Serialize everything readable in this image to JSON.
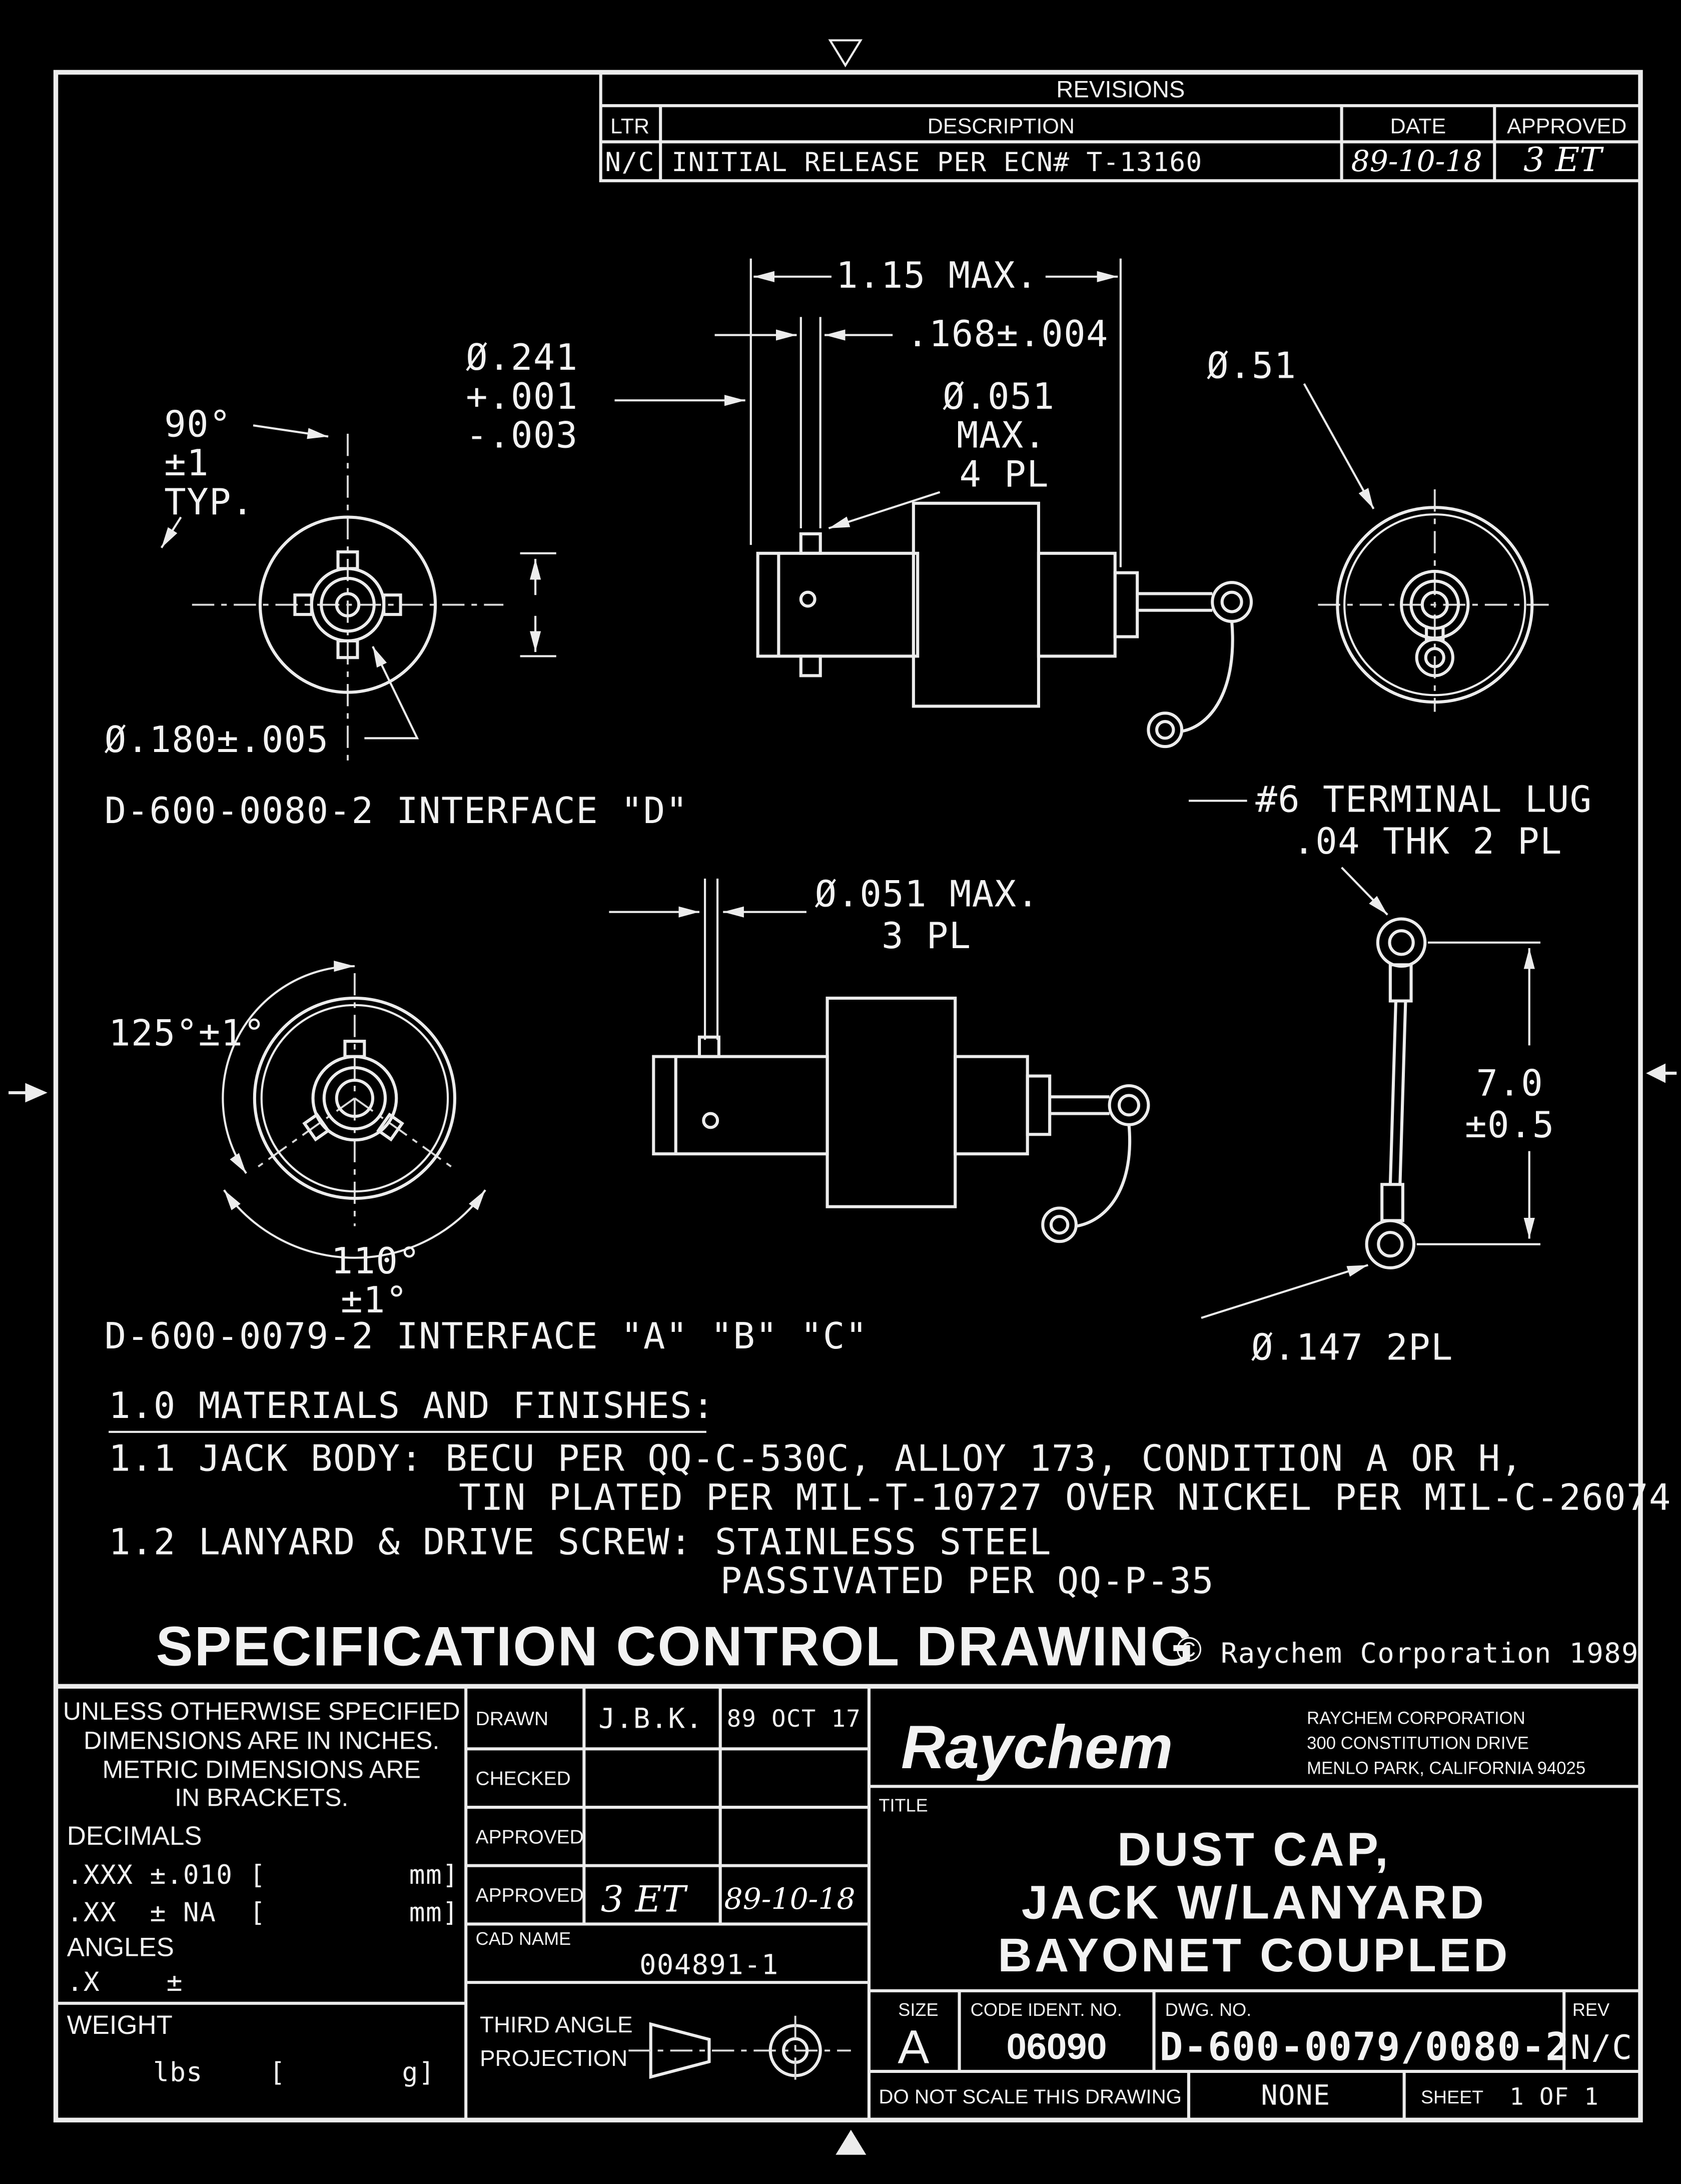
{
  "revisions": {
    "title": "REVISIONS",
    "col_ltr": "LTR",
    "col_description": "DESCRIPTION",
    "col_date": "DATE",
    "col_approved": "APPROVED",
    "row": {
      "ltr": "N/C",
      "description": "INITIAL RELEASE PER ECN# T-13160",
      "date": "89-10-18",
      "approved": "3 ET"
    }
  },
  "drawing": {
    "dim_length": "1.15 MAX.",
    "dim_width": ".168±.004",
    "dia_241_1": "Ø.241",
    "dia_241_2": "+.001",
    "dia_241_3": "-.003",
    "angle_90_1": "90°",
    "angle_90_2": "±1",
    "angle_90_3": "TYP.",
    "dia_051_4pl_1": "Ø.051",
    "dia_051_4pl_2": "MAX.",
    "dia_051_4pl_3": "4 PL",
    "dia_51": "Ø.51",
    "dia_180": "Ø.180±.005",
    "interface_d_label": "D-600-0080-2 INTERFACE \"D\"",
    "terminal_lug_1": "#6 TERMINAL LUG",
    "terminal_lug_2": ".04 THK 2 PL",
    "dia_051_3pl_1": "Ø.051 MAX.",
    "dia_051_3pl_2": "3 PL",
    "angle_125": "125°±1°",
    "angle_110_1": "110°",
    "angle_110_2": "±1°",
    "lanyard_length_1": "7.0",
    "lanyard_length_2": "±0.5",
    "interface_abc_label": "D-600-0079-2 INTERFACE \"A\" \"B\" \"C\"",
    "dia_147": "Ø.147 2PL"
  },
  "notes": {
    "heading": "1.0 MATERIALS AND FINISHES:",
    "note_11_line1": "1.1 JACK BODY: BECU PER QQ-C-530C, ALLOY 173, CONDITION A OR H,",
    "note_11_line2": "TIN PLATED PER MIL-T-10727 OVER NICKEL PER MIL-C-26074",
    "note_12_line1": "1.2 LANYARD & DRIVE SCREW: STAINLESS STEEL",
    "note_12_line2": "PASSIVATED PER QQ-P-35"
  },
  "spec_banner": {
    "title": "SPECIFICATION CONTROL DRAWING",
    "copyright_mark": "©",
    "copyright_text": "Raychem Corporation 1989"
  },
  "title_block": {
    "tolerances": {
      "line1": "UNLESS OTHERWISE SPECIFIED",
      "line2": "DIMENSIONS ARE IN INCHES.",
      "line3": "METRIC DIMENSIONS ARE",
      "line4": "IN BRACKETS.",
      "decimals_label": "DECIMALS",
      "decimals_xxx": ".XXX ±.010 [",
      "decimals_xxx_mm": "mm]",
      "decimals_xx": ".XX  ± NA  [",
      "decimals_xx_mm": "mm]",
      "angles_label": "ANGLES",
      "angles_x": ".X    ±",
      "weight_label": "WEIGHT",
      "weight_units": "lbs    [       g]"
    },
    "approvals": {
      "drawn_label": "DRAWN",
      "drawn_by": "J.B.K.",
      "drawn_date": "89 OCT 17",
      "checked_label": "CHECKED",
      "approved1_label": "APPROVED",
      "approved2_label": "APPROVED",
      "approved2_sig": "3 ET",
      "approved2_date": "89-10-18",
      "cad_name_label": "CAD NAME",
      "cad_name_value": "004891-1",
      "projection_line1": "THIRD ANGLE",
      "projection_line2": "PROJECTION"
    },
    "company": {
      "logo": "Raychem",
      "name": "RAYCHEM CORPORATION",
      "address1": "300 CONSTITUTION DRIVE",
      "address2": "MENLO PARK, CALIFORNIA 94025"
    },
    "title_label": "TITLE",
    "title_line1": "DUST CAP,",
    "title_line2": "JACK W/LANYARD",
    "title_line3": "BAYONET COUPLED",
    "size_label": "SIZE",
    "size_value": "A",
    "code_ident_label": "CODE IDENT. NO.",
    "code_ident_value": "06090",
    "dwg_no_label": "DWG. NO.",
    "dwg_no_value": "D-600-0079/0080-2",
    "rev_label": "REV",
    "rev_value": "N/C",
    "no_scale": "DO NOT SCALE THIS DRAWING",
    "scale_value": "NONE",
    "sheet_label": "SHEET",
    "sheet_value": "1 OF 1"
  },
  "colors": {
    "background": "#000000",
    "line": "#ececec"
  }
}
